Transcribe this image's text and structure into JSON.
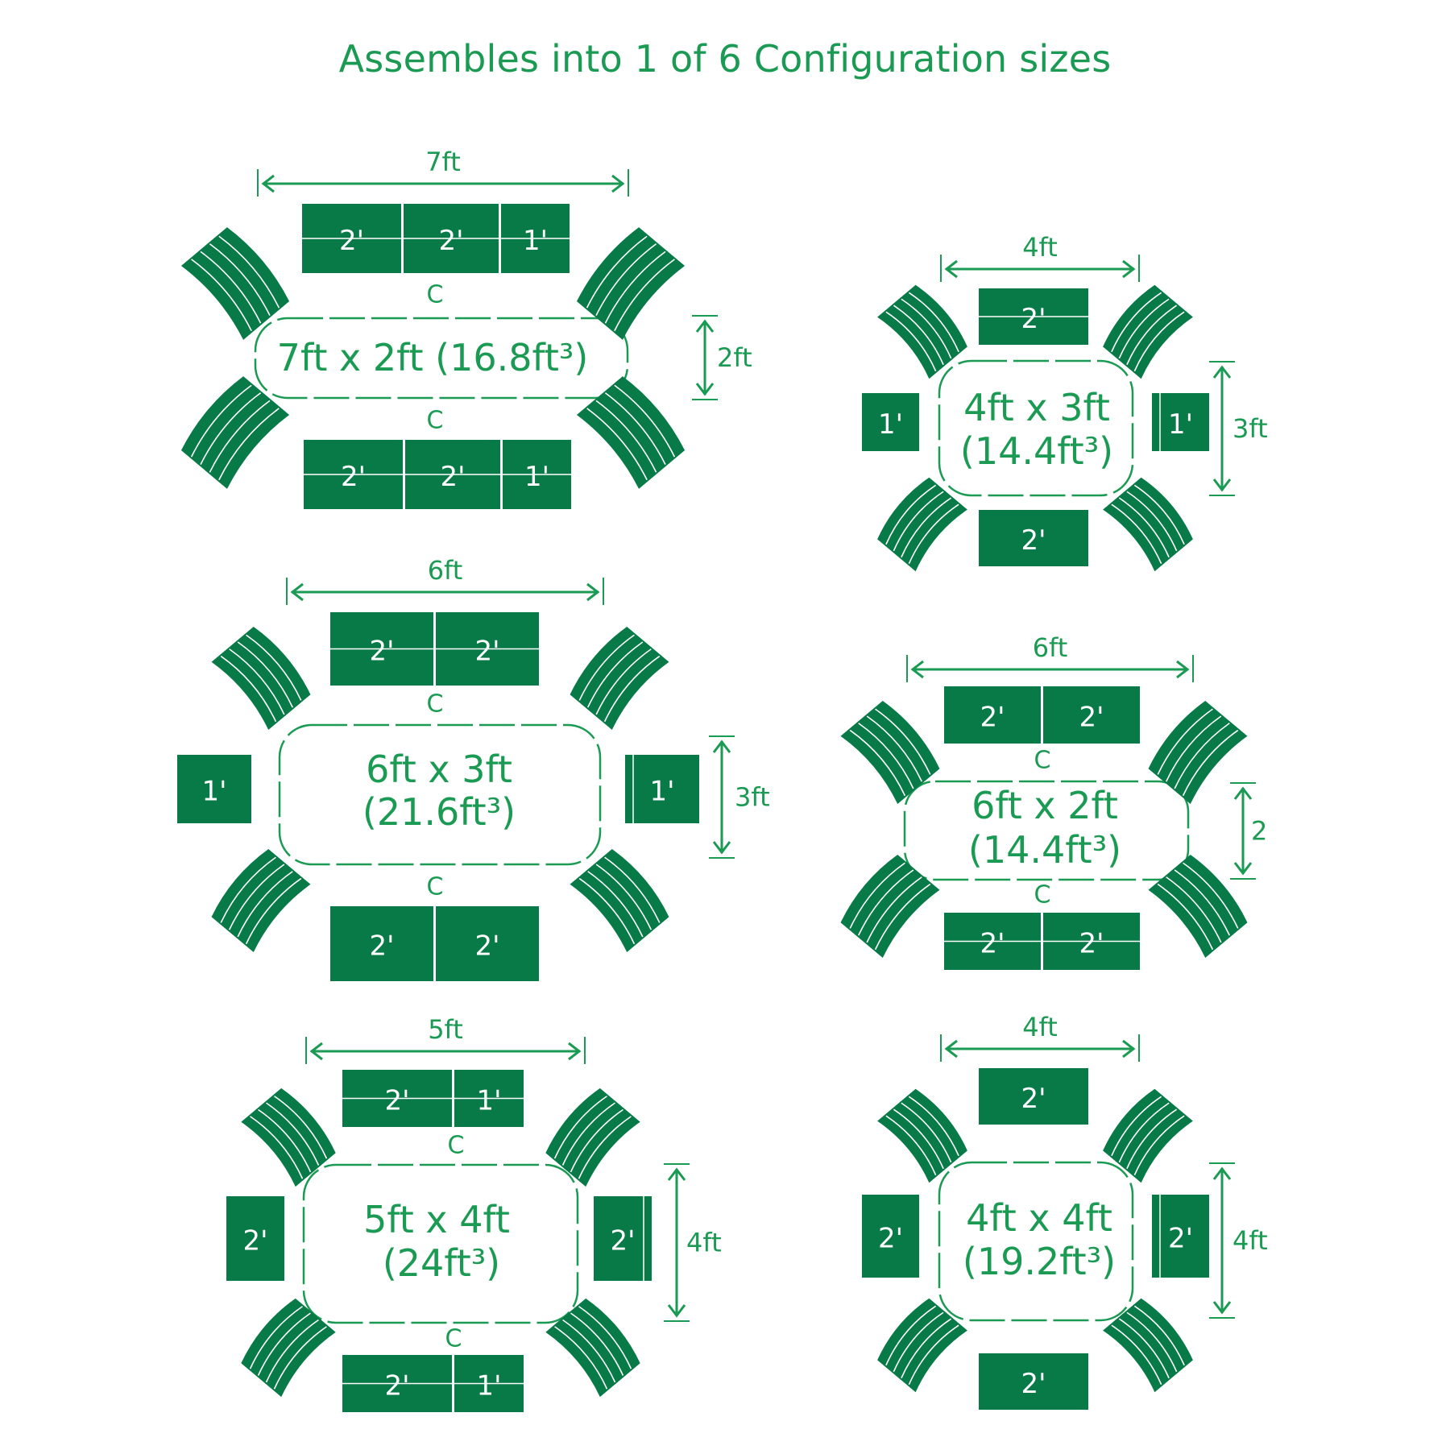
{
  "title": "Assembles into 1 of 6 Configuration sizes",
  "colors": {
    "green": "#077a47",
    "line": "#1a9a52",
    "white": "#ffffff"
  },
  "configs": [
    {
      "id": "7x2",
      "name": [
        "7ft x 2ft (16.8ft³)"
      ],
      "width_label": "7ft",
      "height_label": "2ft",
      "top_pieces": [
        "2'",
        "2'",
        "1'"
      ],
      "bottom_pieces": [
        "2'",
        "2'",
        "1'"
      ],
      "left_piece": "",
      "right_piece": "",
      "corner_label": "C"
    },
    {
      "id": "4x3",
      "name": [
        "4ft x 3ft",
        "(14.4ft³)"
      ],
      "width_label": "4ft",
      "height_label": "3ft",
      "top_pieces": [
        "2'"
      ],
      "bottom_pieces": [
        "2'"
      ],
      "left_piece": "1'",
      "right_piece": "1'",
      "corner_label": ""
    },
    {
      "id": "6x3",
      "name": [
        "6ft x 3ft",
        "(21.6ft³)"
      ],
      "width_label": "6ft",
      "height_label": "3ft",
      "top_pieces": [
        "2'",
        "2'"
      ],
      "bottom_pieces": [
        "2'",
        "2'"
      ],
      "left_piece": "1'",
      "right_piece": "1'",
      "corner_label": "C"
    },
    {
      "id": "6x2",
      "name": [
        "6ft x 2ft",
        "(14.4ft³)"
      ],
      "width_label": "6ft",
      "height_label": "2",
      "top_pieces": [
        "2'",
        "2'"
      ],
      "bottom_pieces": [
        "2'",
        "2'"
      ],
      "left_piece": "",
      "right_piece": "",
      "corner_label": "C"
    },
    {
      "id": "5x4",
      "name": [
        "5ft x 4ft",
        "(24ft³)"
      ],
      "width_label": "5ft",
      "height_label": "4ft",
      "top_pieces": [
        "2'",
        "1'"
      ],
      "bottom_pieces": [
        "2'",
        "1'"
      ],
      "left_piece": "2'",
      "right_piece": "2'",
      "corner_label": "C"
    },
    {
      "id": "4x4",
      "name": [
        "4ft x 4ft",
        "(19.2ft³)"
      ],
      "width_label": "4ft",
      "height_label": "4ft",
      "top_pieces": [
        "2'"
      ],
      "bottom_pieces": [
        "2'"
      ],
      "left_piece": "2'",
      "right_piece": "2'",
      "corner_label": ""
    }
  ]
}
